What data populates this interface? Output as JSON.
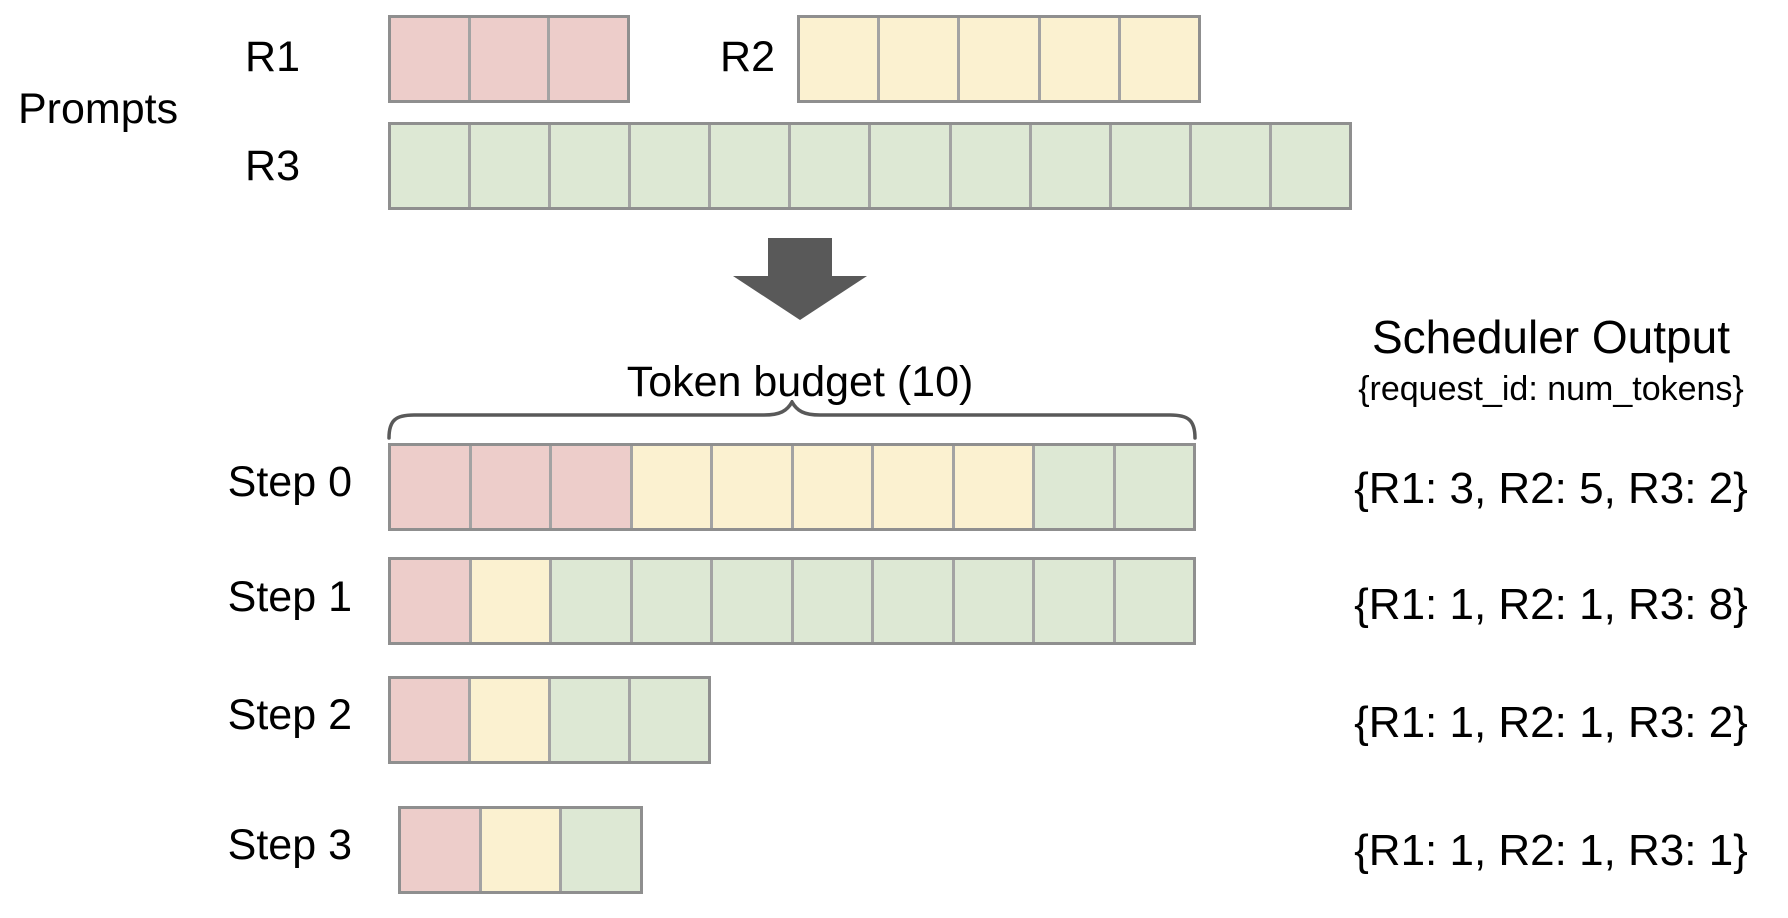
{
  "colors": {
    "pink": "#edcdca",
    "yellow": "#fbf1d0",
    "green": "#dde8d4",
    "cell_border": "#a3a3a3",
    "row_border": "#8f8f8f",
    "arrow": "#595959",
    "brace": "#595959",
    "text": "#000000"
  },
  "prompts": {
    "section_label": "Prompts",
    "rows": [
      {
        "id": "R1",
        "label": "R1",
        "cells": [
          "pink",
          "pink",
          "pink"
        ]
      },
      {
        "id": "R2",
        "label": "R2",
        "cells": [
          "yellow",
          "yellow",
          "yellow",
          "yellow",
          "yellow"
        ]
      },
      {
        "id": "R3",
        "label": "R3",
        "cells": [
          "green",
          "green",
          "green",
          "green",
          "green",
          "green",
          "green",
          "green",
          "green",
          "green",
          "green",
          "green"
        ]
      }
    ]
  },
  "token_budget": {
    "label": "Token budget (10)"
  },
  "scheduler": {
    "title": "Scheduler Output",
    "subtitle": "{request_id: num_tokens}"
  },
  "steps": [
    {
      "label": "Step 0",
      "cells": [
        "pink",
        "pink",
        "pink",
        "yellow",
        "yellow",
        "yellow",
        "yellow",
        "yellow",
        "green",
        "green"
      ],
      "output": "{R1: 3, R2: 5, R3: 2}"
    },
    {
      "label": "Step 1",
      "cells": [
        "pink",
        "yellow",
        "green",
        "green",
        "green",
        "green",
        "green",
        "green",
        "green",
        "green"
      ],
      "output": "{R1: 1, R2: 1, R3: 8}"
    },
    {
      "label": "Step 2",
      "cells": [
        "pink",
        "yellow",
        "green",
        "green"
      ],
      "output": "{R1: 1, R2: 1, R3: 2}"
    },
    {
      "label": "Step 3",
      "cells": [
        "pink",
        "yellow",
        "green"
      ],
      "output": "{R1: 1, R2: 1, R3: 1}"
    }
  ]
}
